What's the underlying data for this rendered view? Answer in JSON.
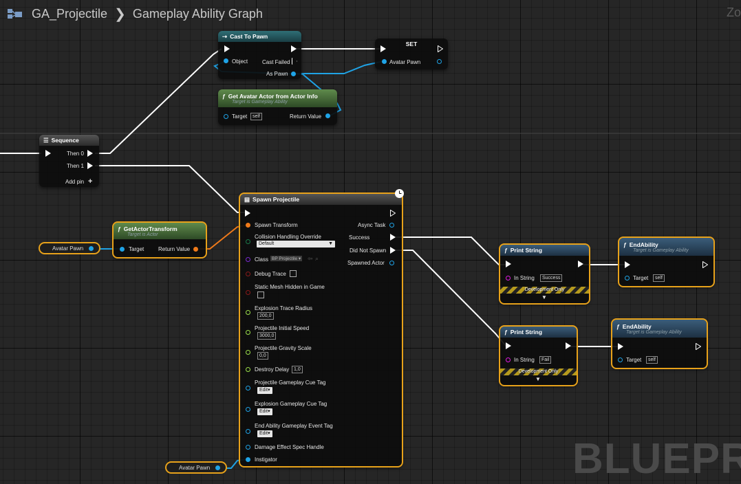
{
  "breadcrumb": {
    "asset": "GA_Projectile",
    "graph": "Gameplay Ability Graph"
  },
  "zoom_label": "Zo",
  "watermark": "BLUEPRIN",
  "colors": {
    "exec": "#ffffff",
    "object": "#1fa3e6",
    "struct": "#f07a1a",
    "selection": "#e8a21a",
    "float": "#9be04a",
    "bool": "#8a1a1a",
    "class": "#7a2ad0",
    "string": "#e01ae0"
  },
  "nodes": {
    "cast": {
      "title": "Cast To Pawn",
      "object": "Object",
      "cast_failed": "Cast Failed",
      "as_pawn": "As Pawn"
    },
    "set": {
      "title": "SET",
      "avatar_pawn": "Avatar Pawn"
    },
    "get_avatar": {
      "title": "Get Avatar Actor from Actor Info",
      "subtitle": "Target is Gameplay Ability",
      "target": "Target",
      "target_value": "self",
      "return_value": "Return Value"
    },
    "sequence": {
      "title": "Sequence",
      "then0": "Then 0",
      "then1": "Then 1",
      "add_pin": "Add pin"
    },
    "get_transform": {
      "title": "GetActorTransform",
      "subtitle": "Target is Actor",
      "target": "Target",
      "return_value": "Return Value"
    },
    "avatar_var_1": {
      "label": "Avatar Pawn"
    },
    "avatar_var_2": {
      "label": "Avatar Pawn"
    },
    "spawn": {
      "title": "Spawn Projectile",
      "spawn_transform": "Spawn Transform",
      "collision_label": "Collision Handling Override",
      "collision_value": "Default",
      "class_label": "Class",
      "class_value": "BP Projectile",
      "debug_trace": "Debug Trace",
      "static_mesh": "Static Mesh Hidden in Game",
      "explosion_radius": "Explosion Trace Radius",
      "explosion_radius_value": "200,0",
      "initial_speed": "Projectile Initial Speed",
      "initial_speed_value": "3000,0",
      "gravity_scale": "Projectile Gravity Scale",
      "gravity_scale_value": "0,0",
      "destroy_delay": "Destroy Delay",
      "destroy_delay_value": "1,0",
      "cue_tag": "Projectile Gameplay Cue Tag",
      "explosion_cue_tag": "Explosion Gameplay Cue Tag",
      "end_event_tag": "End Ability Gameplay Event Tag",
      "edit_label": "Edit",
      "damage_handle": "Damage Effect Spec Handle",
      "instigator": "Instigator",
      "async_task": "Async Task",
      "success": "Success",
      "did_not_spawn": "Did Not Spawn",
      "spawned_actor": "Spawned Actor"
    },
    "print_success": {
      "title": "Print String",
      "in_string": "In String",
      "value": "Success",
      "dev": "Development Only"
    },
    "print_fail": {
      "title": "Print String",
      "in_string": "In String",
      "value": "Fail",
      "dev": "Development Only"
    },
    "end1": {
      "title": "EndAbility",
      "subtitle": "Target is Gameplay Ability",
      "target": "Target",
      "target_value": "self"
    },
    "end2": {
      "title": "EndAbility",
      "subtitle": "Target is Gameplay Ability",
      "target": "Target",
      "target_value": "self"
    }
  }
}
